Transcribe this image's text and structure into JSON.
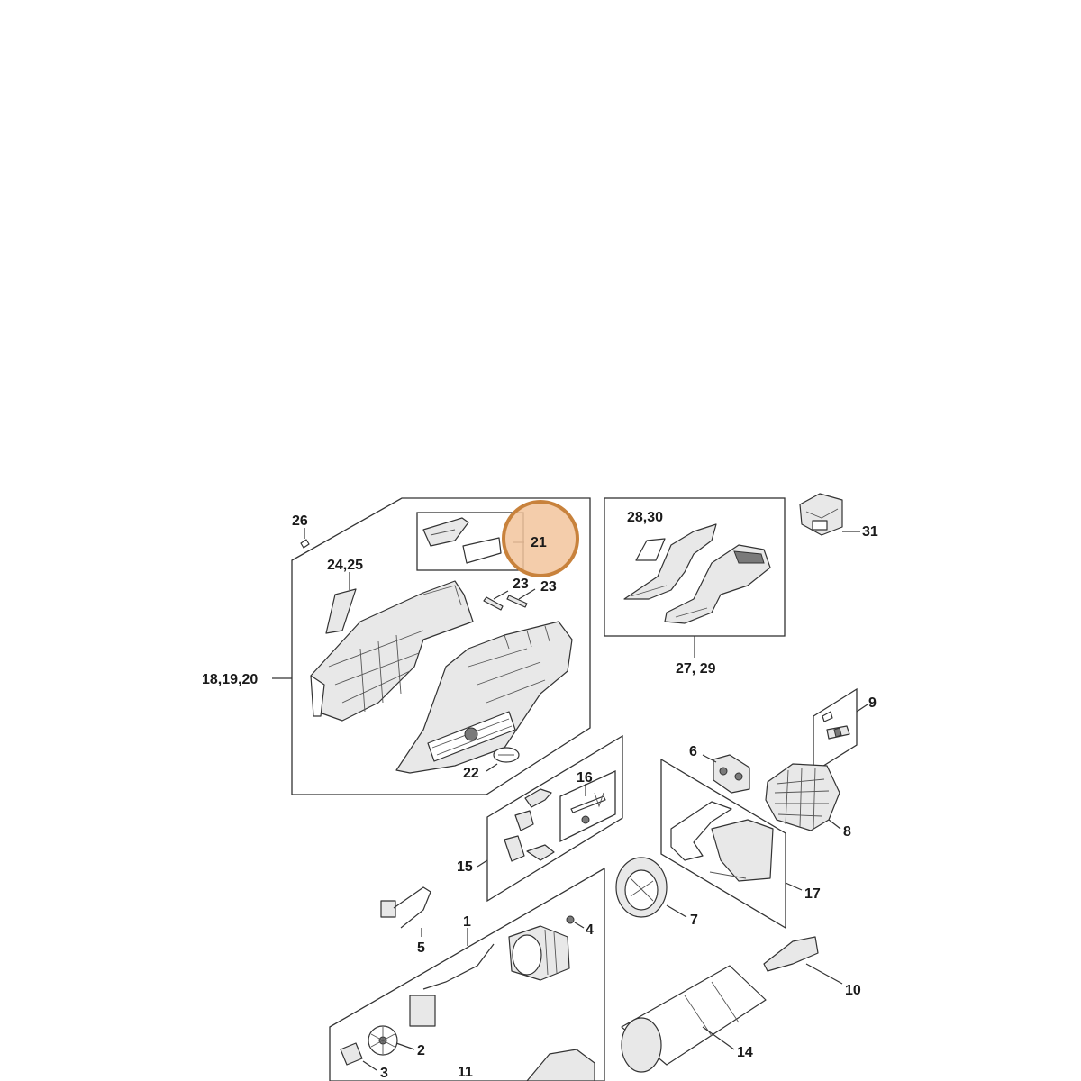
{
  "highlight": {
    "label": "21",
    "fill": "#f2c49c",
    "stroke": "#c8823c"
  },
  "callouts": {
    "c26": "26",
    "c24_25": "24,25",
    "c21": "21",
    "c23a": "23",
    "c23b": "23",
    "c18_19_20": "18,19,20",
    "c22": "22",
    "c28_30": "28,30",
    "c27_29": "27, 29",
    "c31": "31",
    "c9": "9",
    "c6": "6",
    "c8": "8",
    "c16": "16",
    "c15": "15",
    "c17": "17",
    "c5": "5",
    "c1": "1",
    "c4": "4",
    "c7": "7",
    "c10": "10",
    "c2": "2",
    "c3": "3",
    "c11": "11",
    "c14": "14"
  }
}
